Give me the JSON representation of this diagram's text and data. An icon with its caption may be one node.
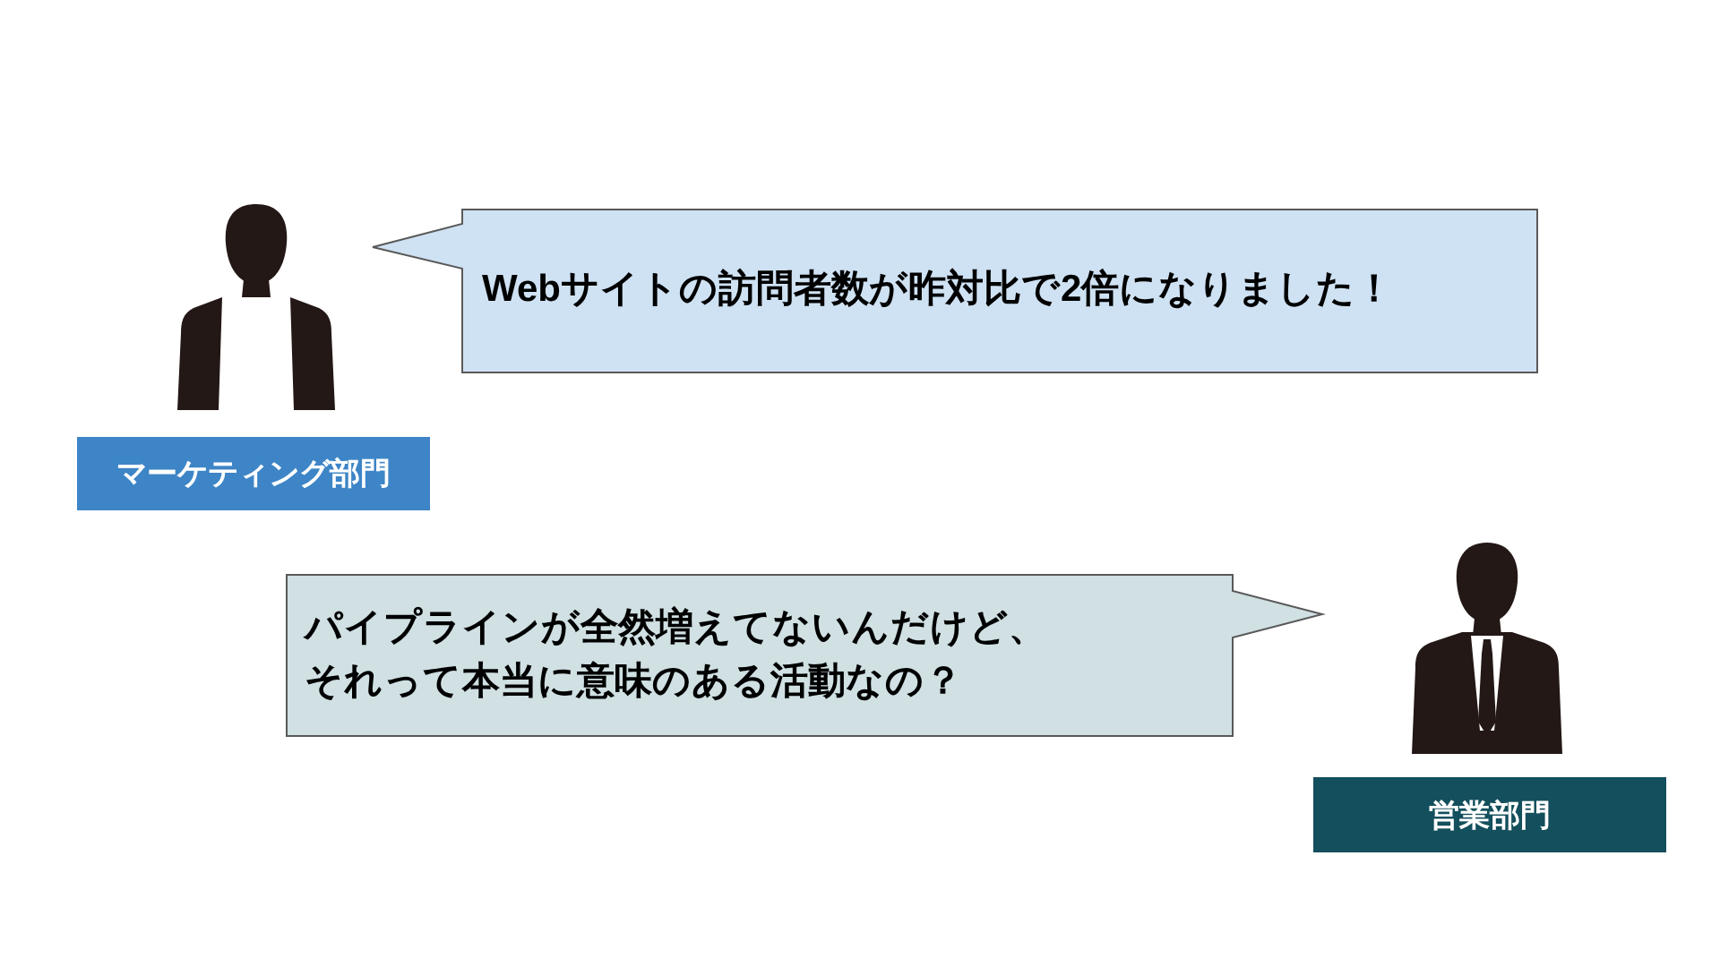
{
  "diagram": {
    "nodes": [
      {
        "text": [],
        "shape": "person"
      },
      {
        "text": [
          "Webサイトの訪問者数が昨対比で2倍になりました！"
        ]
      },
      {
        "text": [
          "マーケティング部門"
        ]
      },
      {
        "text": [
          "パイプラインが全然増えてないんだけど、それって本当に意味のある活動なの？"
        ]
      },
      {
        "text": [],
        "shape": "person"
      },
      {
        "text": [
          "営業部門"
        ]
      }
    ]
  }
}
